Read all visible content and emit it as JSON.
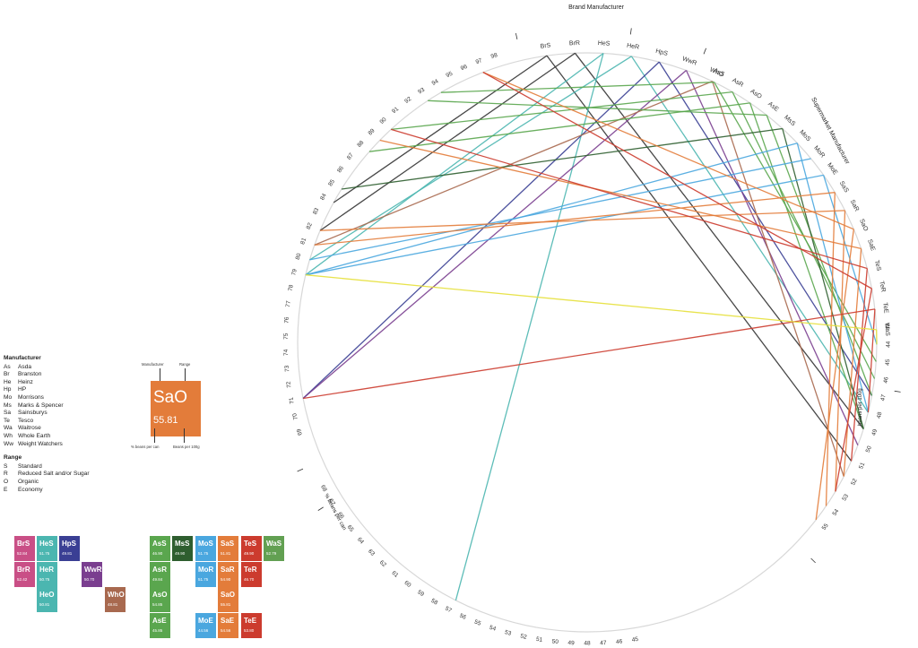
{
  "diagram": {
    "top_label": "Brand Manufacturer",
    "right_label": "Supermarket Manufacturer",
    "right_axis_label": "beans per 100g",
    "bottom_axis_label": "% beans per can",
    "colors": {
      "Br": "#c94f86",
      "He": "#4bb6b0",
      "Hp": "#3a3f94",
      "Ww": "#7a3e8f",
      "Wh": "#a8694f",
      "As": "#5aa64e",
      "Ms": "#2e5e2f",
      "Mo": "#4aa7df",
      "Sa": "#e37c3a",
      "Te": "#cc3b2e",
      "Wa": "#62a052",
      "Ck": "#333333",
      "Yl": "#e5e03a"
    },
    "brand_nodes": [
      "BrS",
      "BrR",
      "HeS",
      "HeR",
      "HpS",
      "WwR",
      "WhO"
    ],
    "supermarket_nodes": [
      "AsS",
      "AsR",
      "AsO",
      "AsE",
      "MsS",
      "MoS",
      "MoR",
      "MoE",
      "SaS",
      "SaR",
      "SaO",
      "SaE",
      "TeS",
      "TeR",
      "TeE",
      "WaS"
    ],
    "left_ticks": [
      "98",
      "97",
      "96",
      "95",
      "94",
      "93",
      "92",
      "91",
      "90",
      "89",
      "88",
      "87",
      "86",
      "85",
      "84",
      "83",
      "82",
      "81",
      "80",
      "79",
      "78",
      "77",
      "76",
      "75",
      "74",
      "73",
      "72",
      "71",
      "70",
      "69"
    ],
    "bottom_ticks": [
      "68",
      "67",
      "66",
      "65",
      "64",
      "63",
      "62",
      "61",
      "60",
      "59",
      "58",
      "57",
      "56",
      "55",
      "54",
      "53",
      "52",
      "51",
      "50",
      "49",
      "48",
      "47",
      "46",
      "45"
    ],
    "right_ticks": [
      "43",
      "44",
      "45",
      "46",
      "47",
      "48",
      "49",
      "50",
      "51",
      "52",
      "53",
      "54",
      "55"
    ]
  },
  "legend": {
    "manufacturer_title": "Manufacturer",
    "manufacturers": [
      {
        "abbr": "As",
        "name": "Asda"
      },
      {
        "abbr": "Br",
        "name": "Branston"
      },
      {
        "abbr": "He",
        "name": "Heinz"
      },
      {
        "abbr": "Hp",
        "name": "HP"
      },
      {
        "abbr": "Mo",
        "name": "Morrisons"
      },
      {
        "abbr": "Ms",
        "name": "Marks & Spencer"
      },
      {
        "abbr": "Sa",
        "name": "Sainsburys"
      },
      {
        "abbr": "Te",
        "name": "Tesco"
      },
      {
        "abbr": "Wa",
        "name": "Waitrose"
      },
      {
        "abbr": "Wh",
        "name": "Whole Earth"
      },
      {
        "abbr": "Ww",
        "name": "Weight Watchers"
      }
    ],
    "range_title": "Range",
    "ranges": [
      {
        "abbr": "S",
        "name": "Standard"
      },
      {
        "abbr": "R",
        "name": "Reduced Salt and/or Sugar"
      },
      {
        "abbr": "O",
        "name": "Organic"
      },
      {
        "abbr": "E",
        "name": "Economy"
      }
    ]
  },
  "key": {
    "code": "SaO",
    "value": "55.81",
    "label_manufacturer": "Manufacturer",
    "label_range": "Range",
    "label_beans_can": "% beans per can",
    "label_beans_100g": "Beans per 100g"
  },
  "tiles": [
    {
      "code": "BrS",
      "value": "52.84",
      "color": "#c94f86"
    },
    {
      "code": "HeS",
      "value": "51.75",
      "color": "#4bb6b0"
    },
    {
      "code": "HpS",
      "value": "49.81",
      "color": "#3a3f94"
    },
    {
      "code": "BrR",
      "value": "52.42",
      "color": "#c94f86"
    },
    {
      "code": "HeR",
      "value": "50.75",
      "color": "#4bb6b0"
    },
    {
      "code": "WwR",
      "value": "50.70",
      "color": "#7a3e8f"
    },
    {
      "code": "HeO",
      "value": "50.81",
      "color": "#4bb6b0"
    },
    {
      "code": "WhO",
      "value": "48.81",
      "color": "#a8694f"
    },
    {
      "code": "AsS",
      "value": "46.90",
      "color": "#5aa64e"
    },
    {
      "code": "MsS",
      "value": "49.90",
      "color": "#2e5e2f"
    },
    {
      "code": "MoS",
      "value": "51.75",
      "color": "#4aa7df"
    },
    {
      "code": "SaS",
      "value": "51.81",
      "color": "#e37c3a"
    },
    {
      "code": "TeS",
      "value": "49.90",
      "color": "#cc3b2e"
    },
    {
      "code": "WaS",
      "value": "52.79",
      "color": "#62a052"
    },
    {
      "code": "AsR",
      "value": "49.84",
      "color": "#5aa64e"
    },
    {
      "code": "MoR",
      "value": "51.75",
      "color": "#4aa7df"
    },
    {
      "code": "SaR",
      "value": "54.90",
      "color": "#e37c3a"
    },
    {
      "code": "TeR",
      "value": "46.70",
      "color": "#cc3b2e"
    },
    {
      "code": "AsO",
      "value": "54.85",
      "color": "#5aa64e"
    },
    {
      "code": "SaO",
      "value": "55.81",
      "color": "#e37c3a"
    },
    {
      "code": "AsE",
      "value": "45.85",
      "color": "#5aa64e"
    },
    {
      "code": "MoE",
      "value": "44.56",
      "color": "#4aa7df"
    },
    {
      "code": "SaE",
      "value": "54.56",
      "color": "#e37c3a"
    },
    {
      "code": "TeE",
      "value": "53.80",
      "color": "#cc3b2e"
    }
  ]
}
